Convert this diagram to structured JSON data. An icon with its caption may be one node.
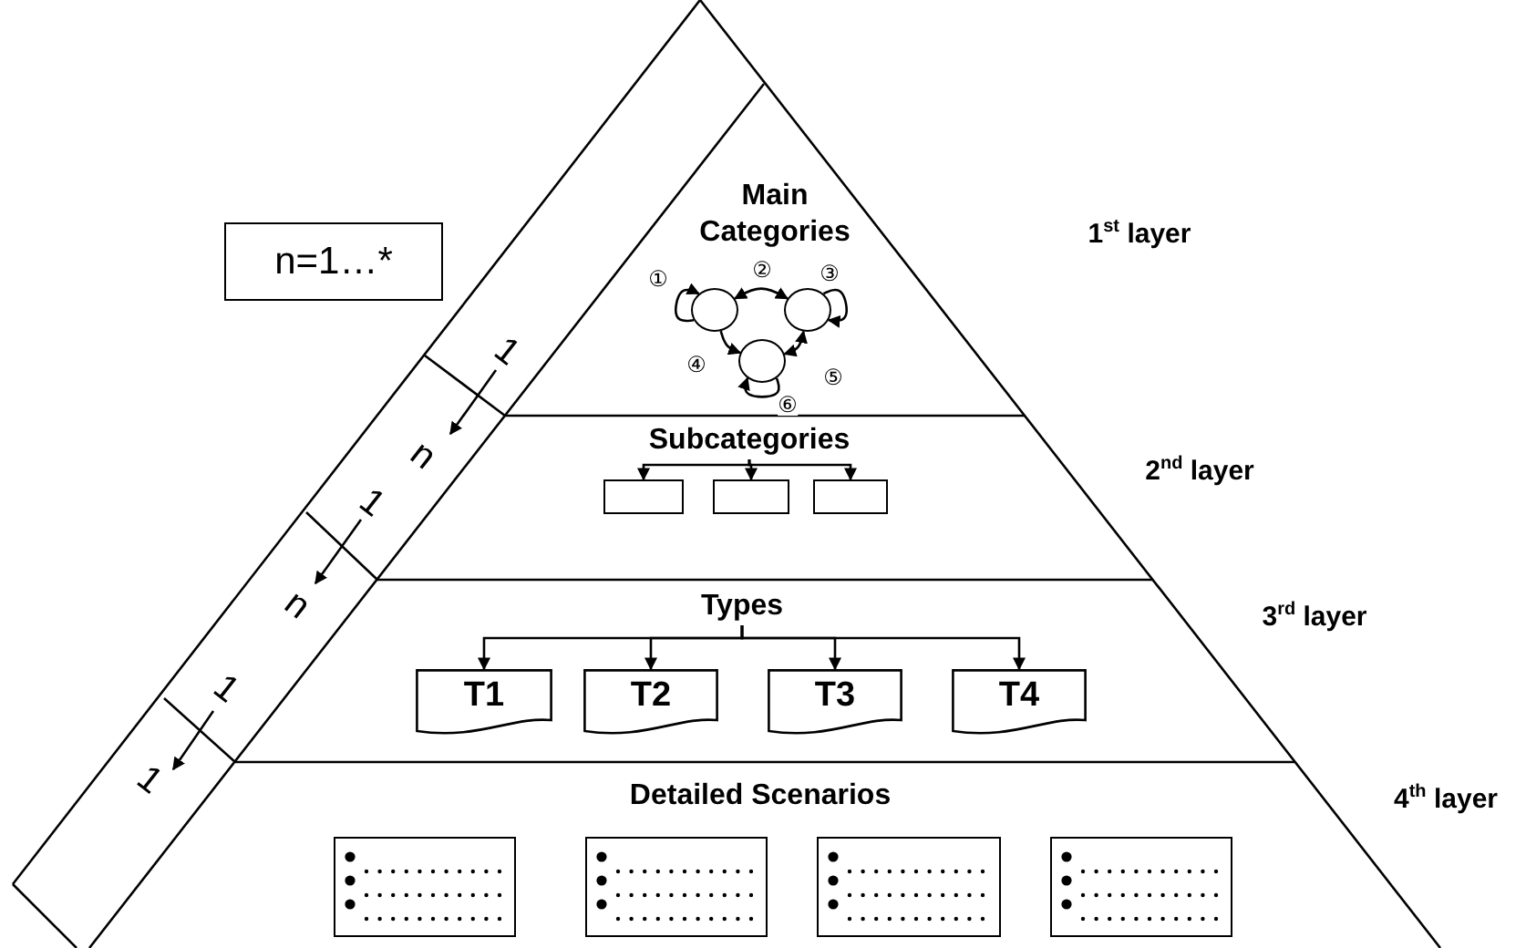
{
  "diagram": {
    "nodes": [
      {
        "text": [
          "n=1…*"
        ]
      },
      {
        "text": [
          "Main Categories"
        ]
      },
      {
        "text": [],
        "shape": "circle"
      },
      {
        "text": [],
        "shape": "circle"
      },
      {
        "text": [],
        "shape": "circle"
      },
      {
        "text": [
          "Subcategories"
        ]
      },
      {
        "text": [],
        "shape": "box"
      },
      {
        "text": [],
        "shape": "box"
      },
      {
        "text": [],
        "shape": "box"
      },
      {
        "text": [
          "Types"
        ]
      },
      {
        "text": [
          "T1"
        ]
      },
      {
        "text": [
          "T2"
        ]
      },
      {
        "text": [
          "T3"
        ]
      },
      {
        "text": [
          "T4"
        ]
      },
      {
        "text": [
          "Detailed Scenarios"
        ]
      },
      {
        "text": [],
        "shape": "box"
      },
      {
        "text": [],
        "shape": "box"
      },
      {
        "text": [],
        "shape": "box"
      },
      {
        "text": [],
        "shape": "box"
      }
    ],
    "edges": [
      {
        "from": 2,
        "to": 2,
        "arrow": "to",
        "label": "①"
      },
      {
        "from": 2,
        "to": 3,
        "arrow": "both",
        "label": "②"
      },
      {
        "from": 3,
        "to": 3,
        "arrow": "to",
        "label": "③"
      },
      {
        "from": 2,
        "to": 4,
        "arrow": "to",
        "label": "④"
      },
      {
        "from": 3,
        "to": 4,
        "arrow": "both",
        "label": "⑤"
      },
      {
        "from": 4,
        "to": 4,
        "arrow": "to",
        "label": "⑥"
      },
      {
        "from": 5,
        "to": 6,
        "arrow": "to"
      },
      {
        "from": 5,
        "to": 7,
        "arrow": "to"
      },
      {
        "from": 5,
        "to": 8,
        "arrow": "to"
      },
      {
        "from": 9,
        "to": 10,
        "arrow": "to"
      },
      {
        "from": 9,
        "to": 11,
        "arrow": "to"
      },
      {
        "from": 9,
        "to": 12,
        "arrow": "to"
      },
      {
        "from": 9,
        "to": 13,
        "arrow": "to"
      }
    ],
    "labels": [
      "1$^{st}$ layer",
      "1",
      "n",
      "2$^{nd}$ layer",
      "1",
      "n",
      "3$^{rd}$ layer",
      "1",
      "1",
      "4$^{th}$ layer"
    ]
  }
}
